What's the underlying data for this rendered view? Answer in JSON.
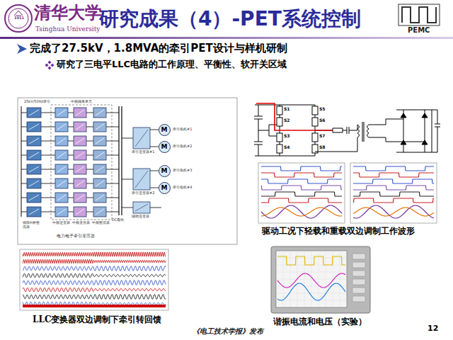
{
  "diagram": {
    "title": "研究成果（4）-PET系统控制",
    "nodes": [
      {
        "text": [
          "M"
        ]
      },
      {
        "text": [
          "M"
        ]
      },
      {
        "text": [
          "M"
        ]
      },
      {
        "text": [
          "M"
        ]
      }
    ],
    "labels": [
      "清华大学",
      "Tsinghua University",
      "1911",
      "PEMC",
      "完成了27.5kV，1.8MVA的牵引PET设计与样机研制",
      "研究了三电平LLC电路的工作原理、平衡性、软开关区域",
      "25kV/50Hz牵引",
      "中频隔离单元",
      "牵引电机#1",
      "牵引电机#2",
      "牵引电机#3",
      "牵引电机#4",
      "牵引逆变器#1",
      "牵引逆变器#2",
      "辅助逆变器",
      "DC母线",
      "级联H桥整流器",
      "中频逆变器",
      "中频变压器",
      "中频整流器",
      "电力电子牵引变压器",
      "S1",
      "S2",
      "S3",
      "S4",
      "S5",
      "S6",
      "S7",
      "S8",
      "驱动工况下轻载和重载双边调制工作波形",
      "LLC变换器双边调制下牵引转回馈",
      "谐振电流和电压（实验）",
      "《电工技术学报》发布",
      "12"
    ]
  }
}
